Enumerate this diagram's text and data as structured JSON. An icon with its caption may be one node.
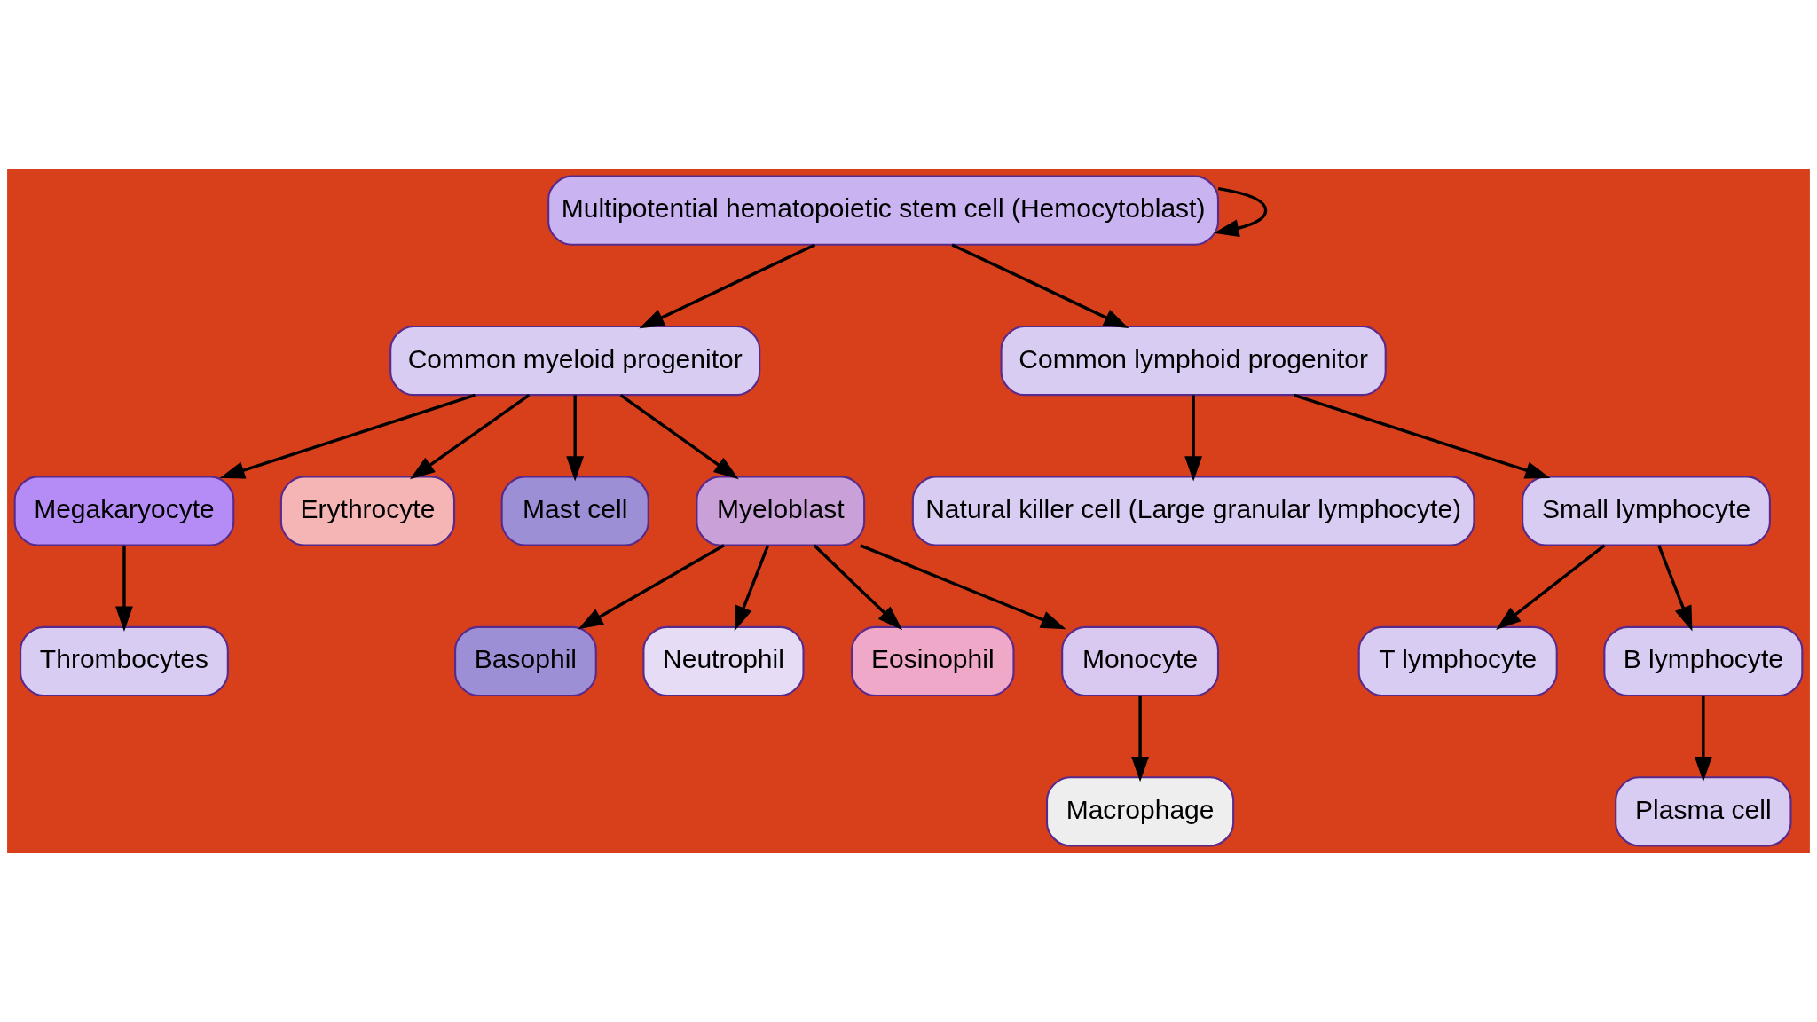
{
  "diagram": {
    "nodes": [
      {
        "text": [
          "Multipotential hematopoietic stem cell (Hemocytoblast)"
        ]
      },
      {
        "text": [
          "Common myeloid progenitor"
        ]
      },
      {
        "text": [
          "Common lymphoid progenitor"
        ]
      },
      {
        "text": [
          "Megakaryocyte"
        ]
      },
      {
        "text": [
          "Erythrocyte"
        ]
      },
      {
        "text": [
          "Mast cell"
        ]
      },
      {
        "text": [
          "Myeloblast"
        ]
      },
      {
        "text": [
          "Natural killer cell (Large granular lymphocyte)"
        ]
      },
      {
        "text": [
          "Small lymphocyte"
        ]
      },
      {
        "text": [
          "T lymphocyte"
        ]
      },
      {
        "text": [
          "B lymphocyte"
        ]
      },
      {
        "text": [
          "Basophil"
        ]
      },
      {
        "text": [
          "Neutrophil"
        ]
      },
      {
        "text": [
          "Eosinophil"
        ]
      },
      {
        "text": [
          "Monocyte"
        ]
      },
      {
        "text": [
          "Plasma cell"
        ]
      },
      {
        "text": [
          "Thrombocytes"
        ]
      },
      {
        "text": [
          "Macrophage"
        ]
      }
    ],
    "edges": [
      {
        "from": 0,
        "to": 0,
        "arrow": "to"
      },
      {
        "from": 0,
        "to": 1,
        "arrow": "to"
      },
      {
        "from": 0,
        "to": 2,
        "arrow": "to"
      },
      {
        "from": 1,
        "to": 3,
        "arrow": "to"
      },
      {
        "from": 1,
        "to": 4,
        "arrow": "to"
      },
      {
        "from": 1,
        "to": 5,
        "arrow": "to"
      },
      {
        "from": 1,
        "to": 6,
        "arrow": "to"
      },
      {
        "from": 2,
        "to": 7,
        "arrow": "to"
      },
      {
        "from": 2,
        "to": 8,
        "arrow": "to"
      },
      {
        "from": 8,
        "to": 9,
        "arrow": "to"
      },
      {
        "from": 8,
        "to": 10,
        "arrow": "to"
      },
      {
        "from": 6,
        "to": 11,
        "arrow": "to"
      },
      {
        "from": 6,
        "to": 12,
        "arrow": "to"
      },
      {
        "from": 6,
        "to": 13,
        "arrow": "to"
      },
      {
        "from": 6,
        "to": 14,
        "arrow": "to"
      },
      {
        "from": 10,
        "to": 15,
        "arrow": "to"
      },
      {
        "from": 3,
        "to": 16,
        "arrow": "to"
      },
      {
        "from": 14,
        "to": 17,
        "arrow": "to"
      }
    ]
  }
}
